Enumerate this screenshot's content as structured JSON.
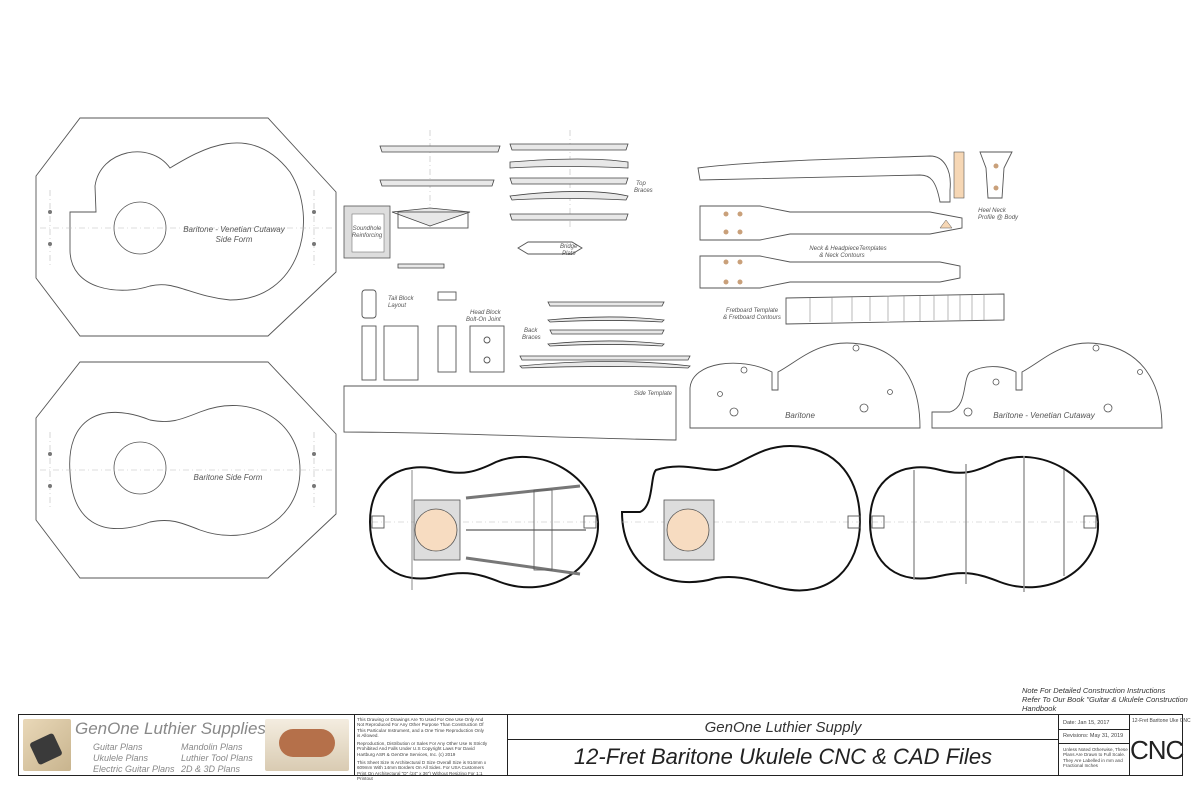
{
  "drawing": {
    "labels": {
      "venetian_side_form": [
        "Baritone - Venetian Cutaway",
        "Side Form"
      ],
      "baritone_side_form": "Baritone Side Form",
      "soundhole": [
        "Soundhole",
        "Reinforcing"
      ],
      "top_braces": [
        "Top",
        "Braces"
      ],
      "bridge_plate": [
        "Bridge",
        "Plate"
      ],
      "tail_block": [
        "Tail Block",
        "Layout"
      ],
      "head_block": [
        "Head Block",
        "Bolt-On Joint"
      ],
      "back_braces": [
        "Back",
        "Braces"
      ],
      "side_template": "Side Template",
      "heel_neck": [
        "Heel Neck",
        "Profile @ Body"
      ],
      "neck_templates": [
        "Neck & HeadpieceTemplates",
        "& Neck Contours"
      ],
      "fretboard": [
        "Fretboard Template",
        "& Fretboard Contours"
      ],
      "mold_baritone": "Baritone",
      "mold_venetian": "Baritone - Venetian Cutaway"
    }
  },
  "note": [
    "Note For Detailed Construction Instructions",
    "Refer To Our Book \"Guitar & Ukulele Construction",
    "Handbook"
  ],
  "title_block": {
    "brand": "GenOne Luthier Supplies",
    "products_left": [
      "Guitar Plans",
      "Ukulele Plans",
      "Electric Guitar Plans"
    ],
    "products_right": [
      "Mandolin Plans",
      "Luthier Tool Plans",
      "2D & 3D Plans"
    ],
    "legal": [
      "This Drawing or Drawings Are To Used For One Use Only And",
      "Not Reproduced For Any Other Purpose Than Construction Of",
      "This Particular Instrument, and a One Time Reproduction Only",
      "is Allowed.",
      "",
      "Reproduction, Distribution or Sales For Any Other Use Is Strictly",
      "Prohibited And Falls Under U.S Copyright Laws For David",
      "Hartburg ASR & GenOne Services, Inc. (c) 2019",
      "",
      "This Sheet Size Is Architectural D Size Overall Size is 914mm x",
      "609mm With 14mm Borders On All Sides. For USA Customers",
      "Print On Architectural \"D\" (24\" x 36\") Without Resizing For 1:1",
      "Printout"
    ],
    "company": "GenOne Luthier Supply",
    "title": "12-Fret Baritone Ukulele CNC & CAD Files",
    "date": "Date: Jan 15, 2017",
    "revisions": "Revisions: May 31, 2019",
    "units_note": [
      "Unless Noted Otherwise, These",
      "Plans Are Drawn to Full Scale.",
      "They Are Labelled in mm and",
      "Fractional Inches"
    ],
    "sheet_name": "12-Fret Baritone Uke CNC",
    "sheet_code": "CNC"
  }
}
